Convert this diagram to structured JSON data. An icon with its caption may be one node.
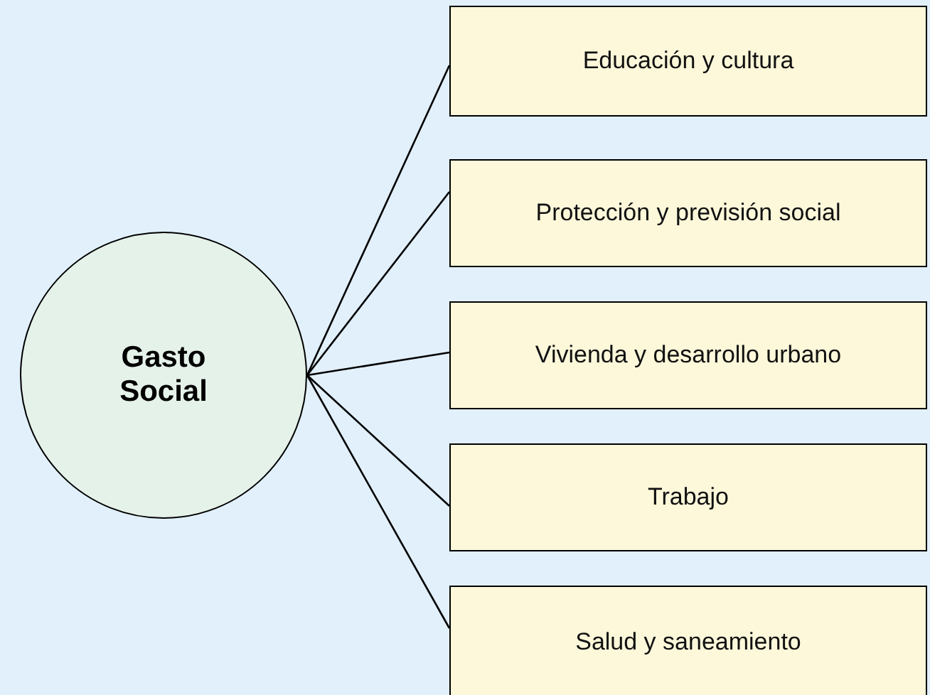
{
  "diagram": {
    "nodes": [
      {
        "text": [
          "Gasto Social"
        ]
      },
      {
        "text": [
          "Educación y cultura"
        ]
      },
      {
        "text": [
          "Protección y previsión social"
        ]
      },
      {
        "text": [
          "Vivienda y desarrollo urbano"
        ]
      },
      {
        "text": [
          "Trabajo"
        ]
      },
      {
        "text": [
          "Salud y saneamiento"
        ]
      }
    ],
    "edges": [
      {
        "from": 0,
        "to": 1,
        "arrow": "none"
      },
      {
        "from": 0,
        "to": 2,
        "arrow": "none"
      },
      {
        "from": 0,
        "to": 3,
        "arrow": "none"
      },
      {
        "from": 0,
        "to": 4,
        "arrow": "none"
      },
      {
        "from": 0,
        "to": 5,
        "arrow": "none"
      }
    ]
  }
}
